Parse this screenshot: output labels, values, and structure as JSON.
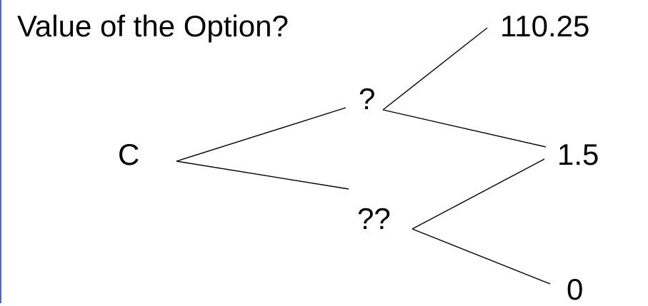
{
  "slide": {
    "title": "Value of the Option?"
  },
  "tree": {
    "root_label": "C",
    "up_label": "?",
    "down_label": "??",
    "up_up_value": "110.25",
    "up_down_value": "1.5",
    "down_down_value": "0"
  },
  "colors": {
    "left_border": "#4f6fa8",
    "lines": "#000000",
    "text": "#000000"
  }
}
